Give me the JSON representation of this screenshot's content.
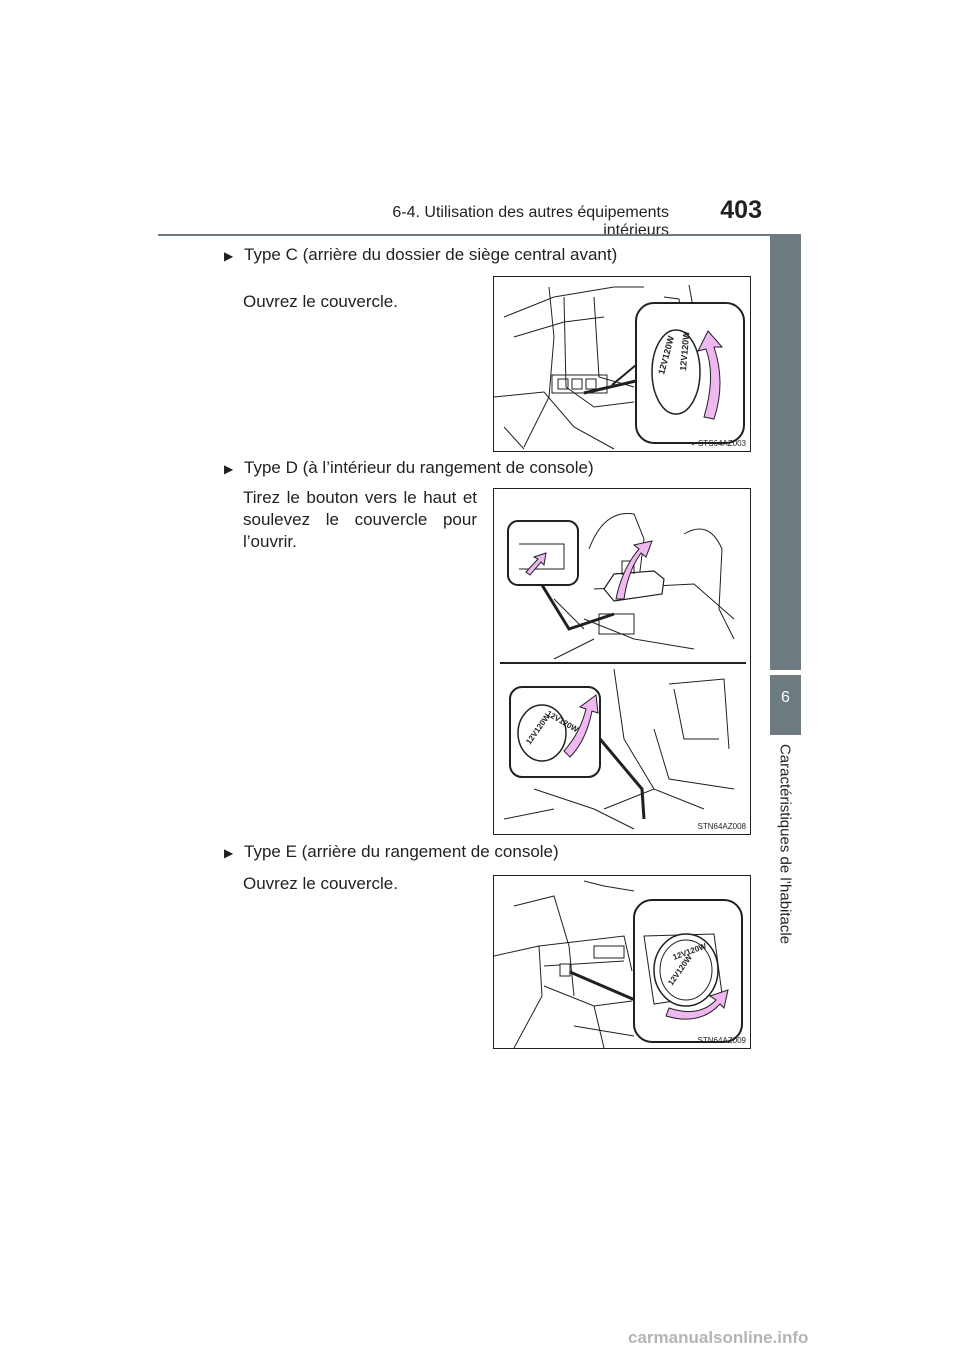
{
  "header": {
    "title": "6-4. Utilisation des autres équipements intérieurs",
    "page_number": "403"
  },
  "side": {
    "chapter_number": "6",
    "chapter_label": "Caractéristiques de l’habitacle"
  },
  "items": [
    {
      "heading": "Type C (arrière du dossier de siège central avant)",
      "text": "Ouvrez le couvercle.",
      "figure_code": "STS64AZ003",
      "socket_label": "12V120W"
    },
    {
      "heading": "Type D (à l’intérieur du rangement de console)",
      "text": "Tirez le bouton vers le haut et soulevez le couvercle pour l’ouvrir.",
      "figure_code": "STN64AZ008",
      "socket_label": "12V120W"
    },
    {
      "heading": "Type E (arrière du rangement de console)",
      "text": "Ouvrez le couvercle.",
      "figure_code": "STN64AZ009",
      "socket_label": "12V120W"
    }
  ],
  "colors": {
    "accent_gray": "#6d7a80",
    "arrow_pink": "#f0b8f0",
    "ink": "#231f20"
  },
  "icons": {
    "bullet": "triangle-right-icon"
  },
  "watermark": "carmanualsonline.info"
}
